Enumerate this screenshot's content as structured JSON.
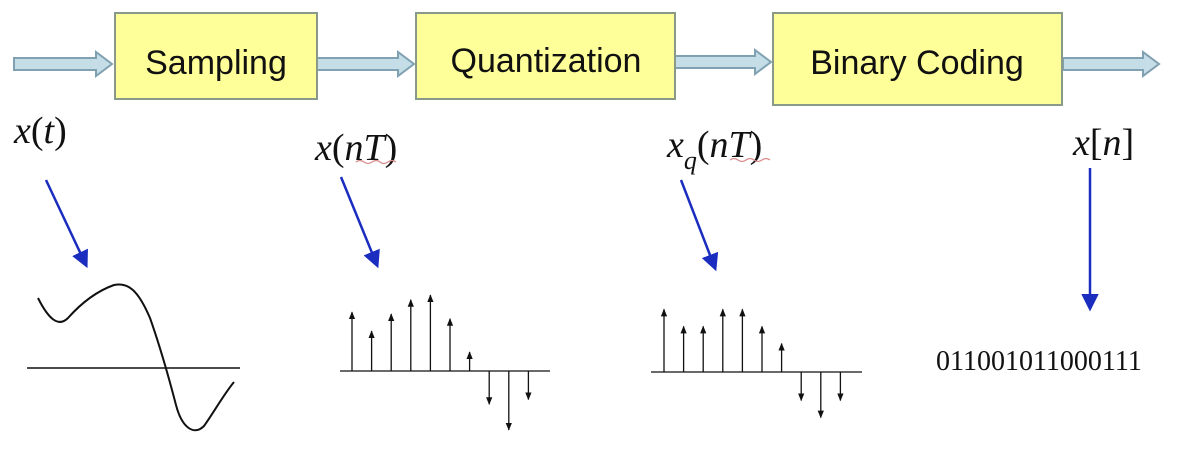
{
  "colors": {
    "block_fill": "#ffff99",
    "block_border": "#8a9a8a",
    "flow_arrow_fill": "#c5dde6",
    "flow_arrow_stroke": "#7fa1b1",
    "pointer_arrow": "#1a2dbf",
    "signal": "#111111"
  },
  "blocks": [
    {
      "id": "sampling",
      "label": "Sampling"
    },
    {
      "id": "quantization",
      "label": "Quantization"
    },
    {
      "id": "binary-coding",
      "label": "Binary Coding"
    }
  ],
  "signals": [
    {
      "id": "continuous",
      "prefix": "x",
      "sub": "",
      "open": "(",
      "arg": "t",
      "close": ")"
    },
    {
      "id": "sampled",
      "prefix": "x",
      "sub": "",
      "open": "(",
      "arg": "nT",
      "close": ")"
    },
    {
      "id": "quantized",
      "prefix": "x",
      "sub": "q",
      "open": "(",
      "arg": "nT",
      "close": ")"
    },
    {
      "id": "digital",
      "prefix": "x",
      "sub": "",
      "open": "[",
      "arg": "n",
      "close": "]"
    }
  ],
  "binary_output": "011001011000111",
  "sampled_values": [
    0.62,
    0.42,
    0.6,
    0.75,
    0.8,
    0.55,
    0.2,
    -0.35,
    -0.62,
    -0.3
  ],
  "quantized_values": [
    0.66,
    0.48,
    0.48,
    0.66,
    0.66,
    0.48,
    0.3,
    -0.3,
    -0.48,
    -0.3
  ]
}
